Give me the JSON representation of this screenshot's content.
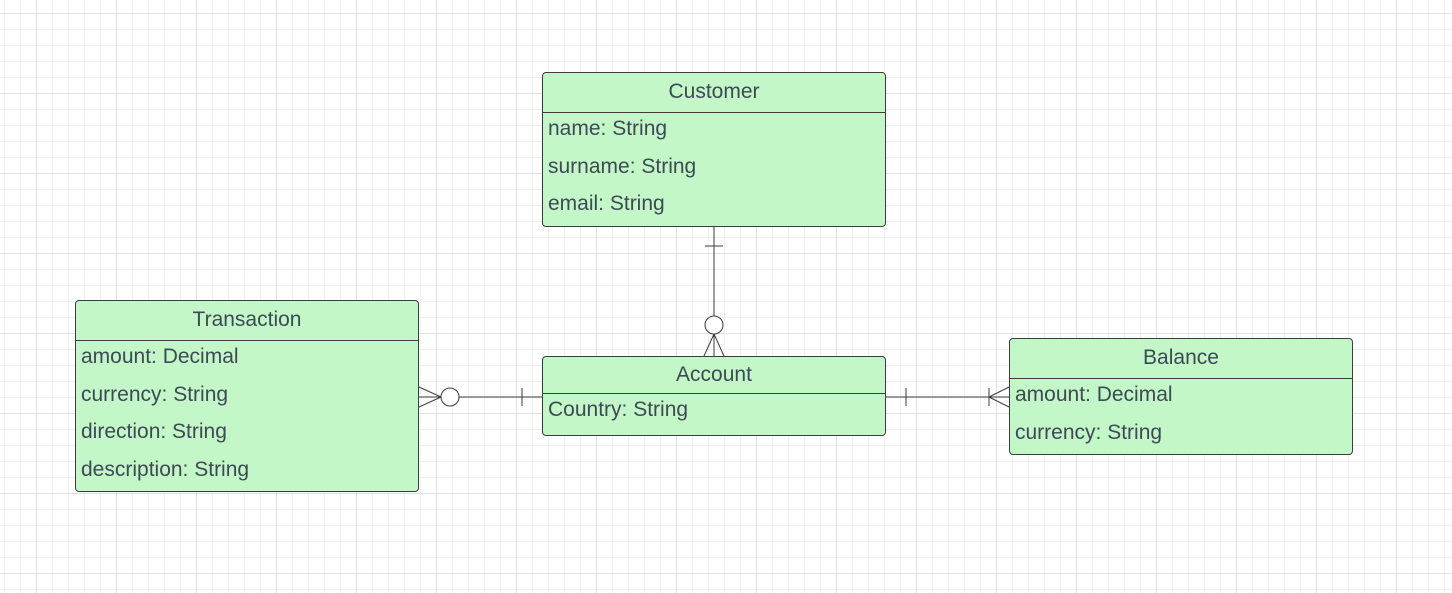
{
  "diagram": {
    "entities": {
      "customer": {
        "title": "Customer",
        "attributes": [
          "name: String",
          "surname: String",
          "email: String"
        ]
      },
      "account": {
        "title": "Account",
        "attributes": [
          "Country: String"
        ]
      },
      "transaction": {
        "title": "Transaction",
        "attributes": [
          "amount: Decimal",
          "currency: String",
          "direction: String",
          "description: String"
        ]
      },
      "balance": {
        "title": "Balance",
        "attributes": [
          "amount: Decimal",
          "currency: String"
        ]
      }
    },
    "relationships": [
      {
        "from": "Customer",
        "to": "Account",
        "from_cardinality": "one",
        "to_cardinality": "zero-or-many"
      },
      {
        "from": "Account",
        "to": "Transaction",
        "from_cardinality": "one",
        "to_cardinality": "zero-or-many"
      },
      {
        "from": "Account",
        "to": "Balance",
        "from_cardinality": "one",
        "to_cardinality": "one-or-many"
      }
    ],
    "colors": {
      "entity_fill": "#c3f7c8",
      "entity_border": "#3d3d3d",
      "text": "#3d4a55",
      "connector": "#3d3d3d"
    }
  }
}
